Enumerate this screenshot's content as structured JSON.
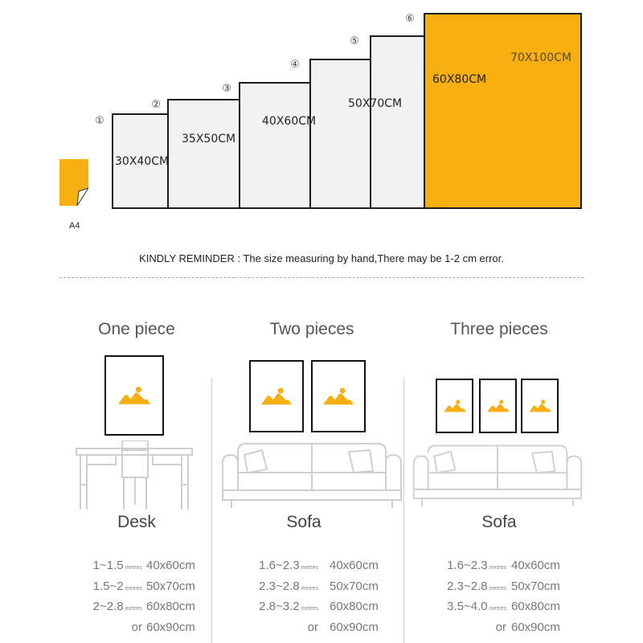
{
  "sizes": [
    {
      "num": "①",
      "label": "30X40CM"
    },
    {
      "num": "②",
      "label": "35X50CM"
    },
    {
      "num": "③",
      "label": "40X60CM"
    },
    {
      "num": "④",
      "label": "50X70CM"
    },
    {
      "num": "⑤",
      "label": "60X80CM"
    },
    {
      "num": "⑥",
      "label": "70X100CM"
    }
  ],
  "a4_label": "A4",
  "reminder": "KINDLY REMINDER : The size measuring by hand,There may be 1-2 cm error.",
  "colors": {
    "accent": "#f7ae10",
    "frame_border": "#1b1b1b",
    "frame_fill": "#f2f2f2"
  },
  "groups": [
    {
      "title": "One piece",
      "furniture": "Desk",
      "rows": [
        {
          "range": "1~1.5",
          "unit": "metres",
          "size": "40x60cm"
        },
        {
          "range": "1.5~2",
          "unit": "metres",
          "size": "50x70cm"
        },
        {
          "range": "2~2.8",
          "unit": "metres",
          "size": "60x80cm"
        },
        {
          "range": "or",
          "unit": "",
          "size": "60x90cm"
        }
      ]
    },
    {
      "title": "Two pieces",
      "furniture": "Sofa",
      "rows": [
        {
          "range": "1.6~2.3",
          "unit": "metres",
          "size": "40x60cm"
        },
        {
          "range": "2.3~2.8",
          "unit": "metres",
          "size": "50x70cm"
        },
        {
          "range": "2.8~3.2",
          "unit": "metres",
          "size": "60x80cm"
        },
        {
          "range": "or",
          "unit": "",
          "size": "60x90cm"
        }
      ]
    },
    {
      "title": "Three pieces",
      "furniture": "Sofa",
      "rows": [
        {
          "range": "1.6~2.3",
          "unit": "metres",
          "size": "40x60cm"
        },
        {
          "range": "2.3~2.8",
          "unit": "metres",
          "size": "50x70cm"
        },
        {
          "range": "3.5~4.0",
          "unit": "metres",
          "size": "60x80cm"
        },
        {
          "range": "or",
          "unit": "",
          "size": "60x90cm"
        }
      ]
    }
  ]
}
